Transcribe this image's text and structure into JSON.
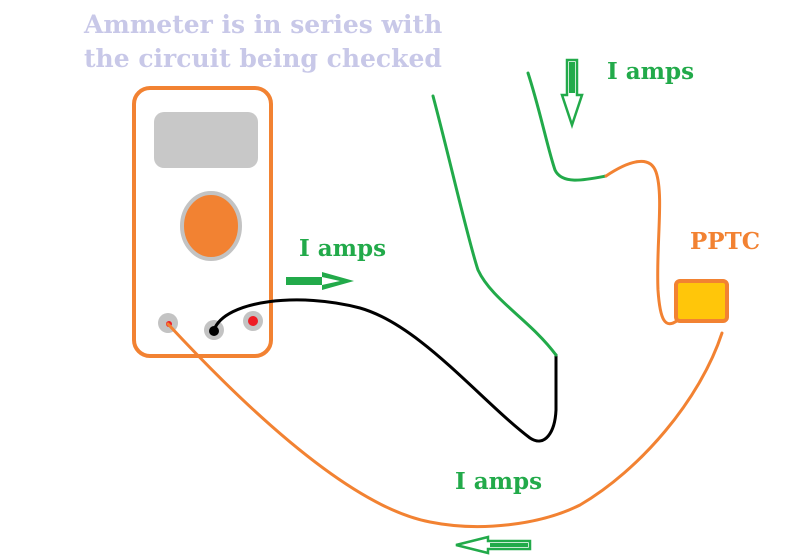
{
  "title": {
    "line1": "Ammeter is in series with",
    "line2": "the circuit being checked"
  },
  "labels": {
    "current_top_right": "I amps",
    "current_middle": "I amps",
    "current_bottom": "I amps",
    "component": "PPTC"
  },
  "colors": {
    "title": "#c8c8e8",
    "current": "#22aa4a",
    "wire_orange": "#f28232",
    "wire_black": "#000000",
    "meter_display": "#c8c8c8",
    "meter_dial": "#f28232",
    "pptc_fill": "#ffc60a",
    "jack_red": "#ee1c24"
  },
  "icons": [
    "ammeter-icon",
    "pptc-icon",
    "arrow-right-icon",
    "arrow-down-icon",
    "arrow-left-icon"
  ]
}
